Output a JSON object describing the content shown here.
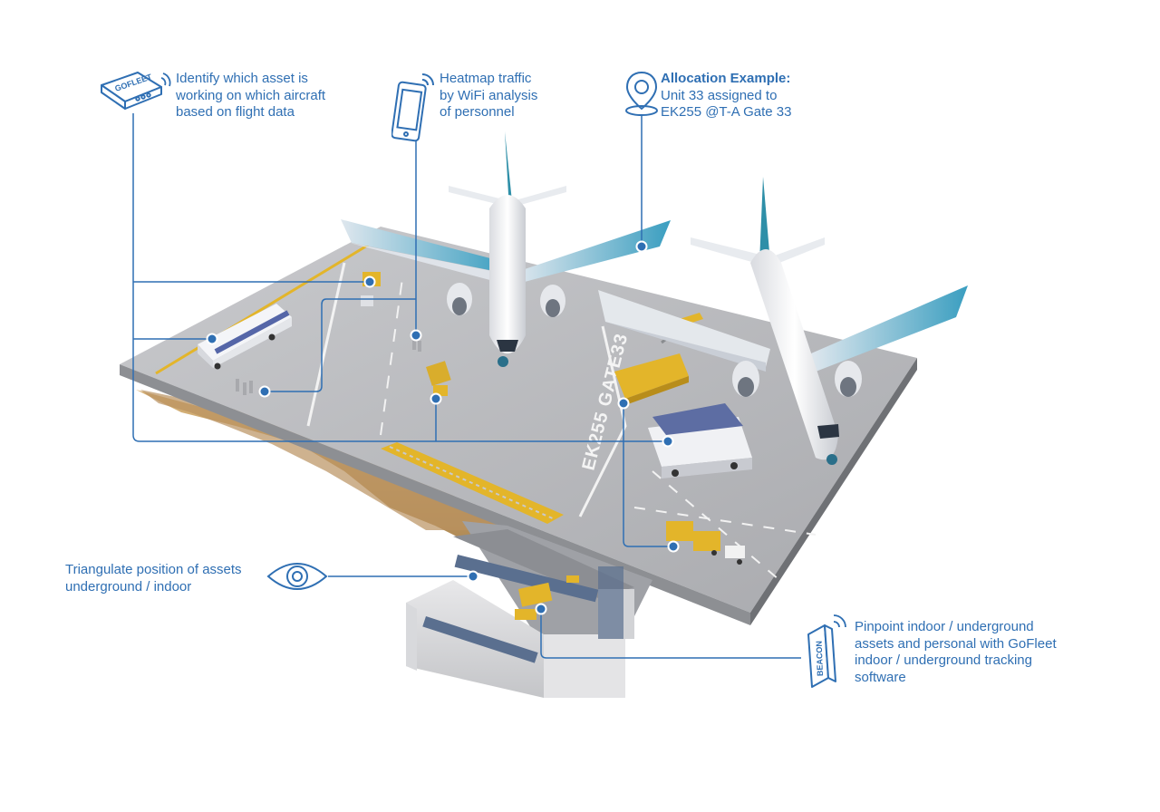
{
  "callouts": {
    "flight_data": {
      "lines": [
        "Identify which asset is",
        "working on which aircraft",
        "based on flight data"
      ]
    },
    "heatmap": {
      "lines": [
        "Heatmap traffic",
        "by WiFi analysis",
        "of personnel"
      ]
    },
    "allocation": {
      "heading": "Allocation Example:",
      "lines": [
        "Unit 33 assigned to",
        "EK255 @T-A Gate 33"
      ]
    },
    "triangulate": {
      "lines": [
        "Triangulate position of assets",
        "underground / indoor"
      ]
    },
    "pinpoint": {
      "lines": [
        "Pinpoint indoor / underground",
        "assets and personal with GoFleet",
        "indoor / underground tracking",
        "software"
      ]
    }
  },
  "labels": {
    "device_brand": "GOFLEET",
    "beacon": "BEACON",
    "gate_marking": "EK255 GATE33"
  },
  "icons": {
    "flight_data": "gofleet-tracker-icon",
    "heatmap": "smartphone-wifi-icon",
    "allocation": "location-pin-icon",
    "triangulate": "eye-icon",
    "pinpoint": "beacon-icon"
  },
  "colors": {
    "accent": "#2f6fb3",
    "apron": "#b9babd",
    "apron_edge": "#7e8085",
    "ground_vehicles": "#e3b52a",
    "soil": "#c8a26a",
    "aircraft_tail": "#2e8fa8"
  }
}
